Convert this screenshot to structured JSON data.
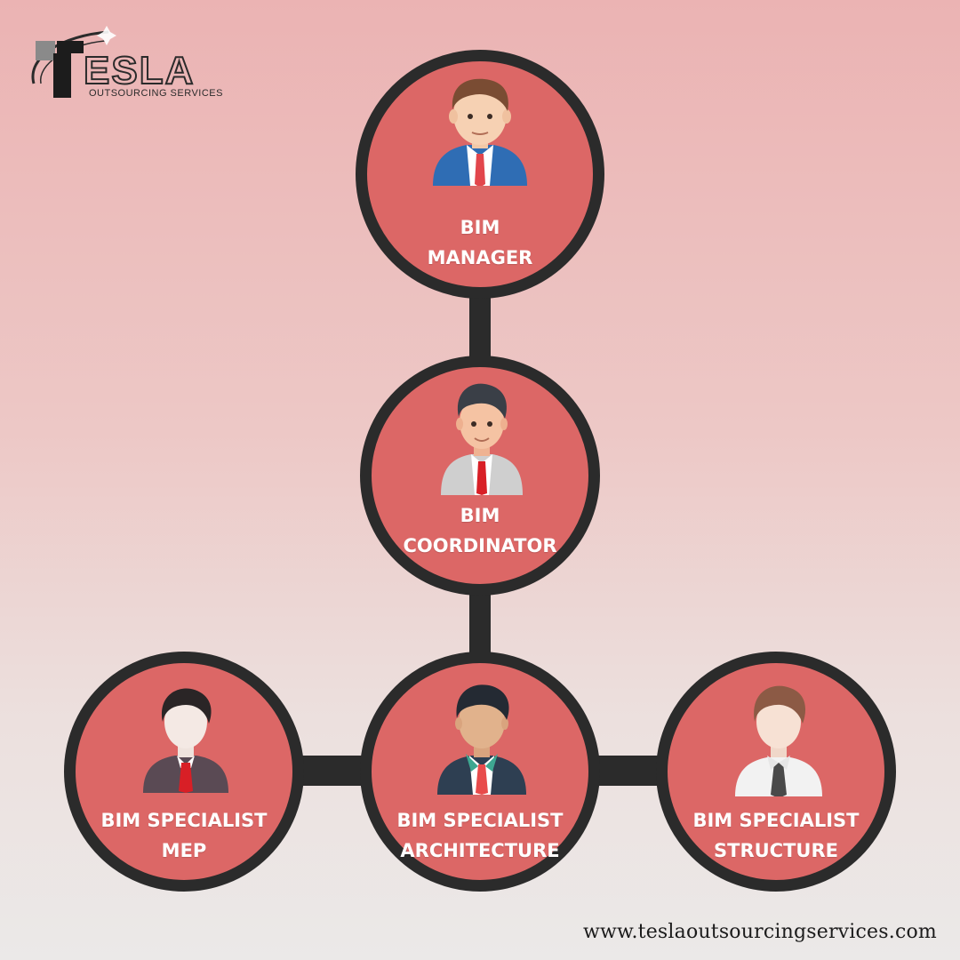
{
  "brand": {
    "logo_text": "TESLA",
    "logo_subtext": "OUTSOURCING SERVICES",
    "website": "www.teslaoutsourcingservices.com"
  },
  "colors": {
    "node_fill": "#dc6766",
    "node_border": "#2b2b2b",
    "connector": "#2b2b2b",
    "label_text": "#ffffff"
  },
  "nodes": [
    {
      "id": "bim-manager",
      "line1": "BIM",
      "line2": "MANAGER",
      "avatar": "manager-avatar-icon"
    },
    {
      "id": "bim-coordinator",
      "line1": "BIM",
      "line2": "COORDINATOR",
      "avatar": "coordinator-avatar-icon"
    },
    {
      "id": "bim-specialist-mep",
      "line1": "BIM SPECIALIST",
      "line2": "MEP",
      "avatar": "mep-specialist-avatar-icon"
    },
    {
      "id": "bim-specialist-architecture",
      "line1": "BIM SPECIALIST",
      "line2": "ARCHITECTURE",
      "avatar": "architecture-specialist-avatar-icon"
    },
    {
      "id": "bim-specialist-structure",
      "line1": "BIM SPECIALIST",
      "line2": "STRUCTURE",
      "avatar": "structure-specialist-avatar-icon"
    }
  ],
  "edges": [
    {
      "from": "bim-manager",
      "to": "bim-coordinator"
    },
    {
      "from": "bim-coordinator",
      "to": "bim-specialist-architecture"
    },
    {
      "from": "bim-specialist-mep",
      "to": "bim-specialist-architecture"
    },
    {
      "from": "bim-specialist-architecture",
      "to": "bim-specialist-structure"
    }
  ]
}
